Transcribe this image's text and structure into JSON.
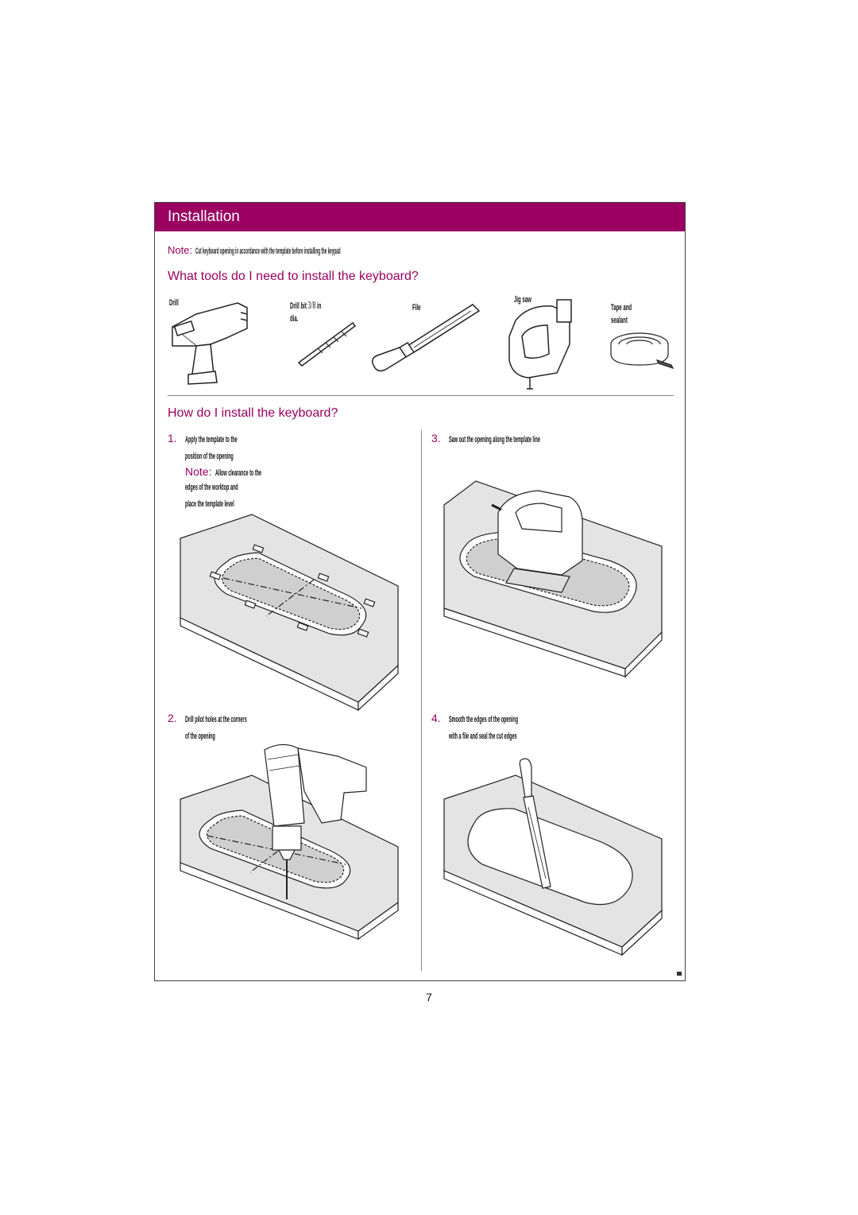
{
  "banner": {
    "title": "Installation"
  },
  "note_top": {
    "label": "Note:",
    "text": "Cut keyboard opening in accordance with the template before installing the keypad"
  },
  "tools_heading": "What tools do I need to install the keyboard?",
  "tools": [
    {
      "name": "drill",
      "label": "Drill"
    },
    {
      "name": "drill-bit",
      "label_line1": "Drill bit",
      "fraction": "3/8",
      "unit": "in",
      "label_line2": "dia."
    },
    {
      "name": "file",
      "label": "File"
    },
    {
      "name": "jigsaw",
      "label": "Jig saw"
    },
    {
      "name": "tape",
      "label_line1": "Tape and",
      "label_line2": "sealant"
    }
  ],
  "install_heading": "How do I install the keyboard?",
  "steps": [
    {
      "number": "1.",
      "lines": [
        "Apply the template to the",
        "position of the opening"
      ],
      "note_label": "Note:",
      "note_lines": [
        "Allow clearance to the",
        "edges of the worktop and",
        "place the template level"
      ]
    },
    {
      "number": "2.",
      "lines": [
        "Drill pilot holes at the corners",
        "of the opening"
      ]
    },
    {
      "number": "3.",
      "lines": [
        "Saw out the opening along the template line"
      ]
    },
    {
      "number": "4.",
      "lines": [
        "Smooth the edges of the opening",
        "with a file and seal the cut edges"
      ]
    }
  ],
  "page_number": "7"
}
